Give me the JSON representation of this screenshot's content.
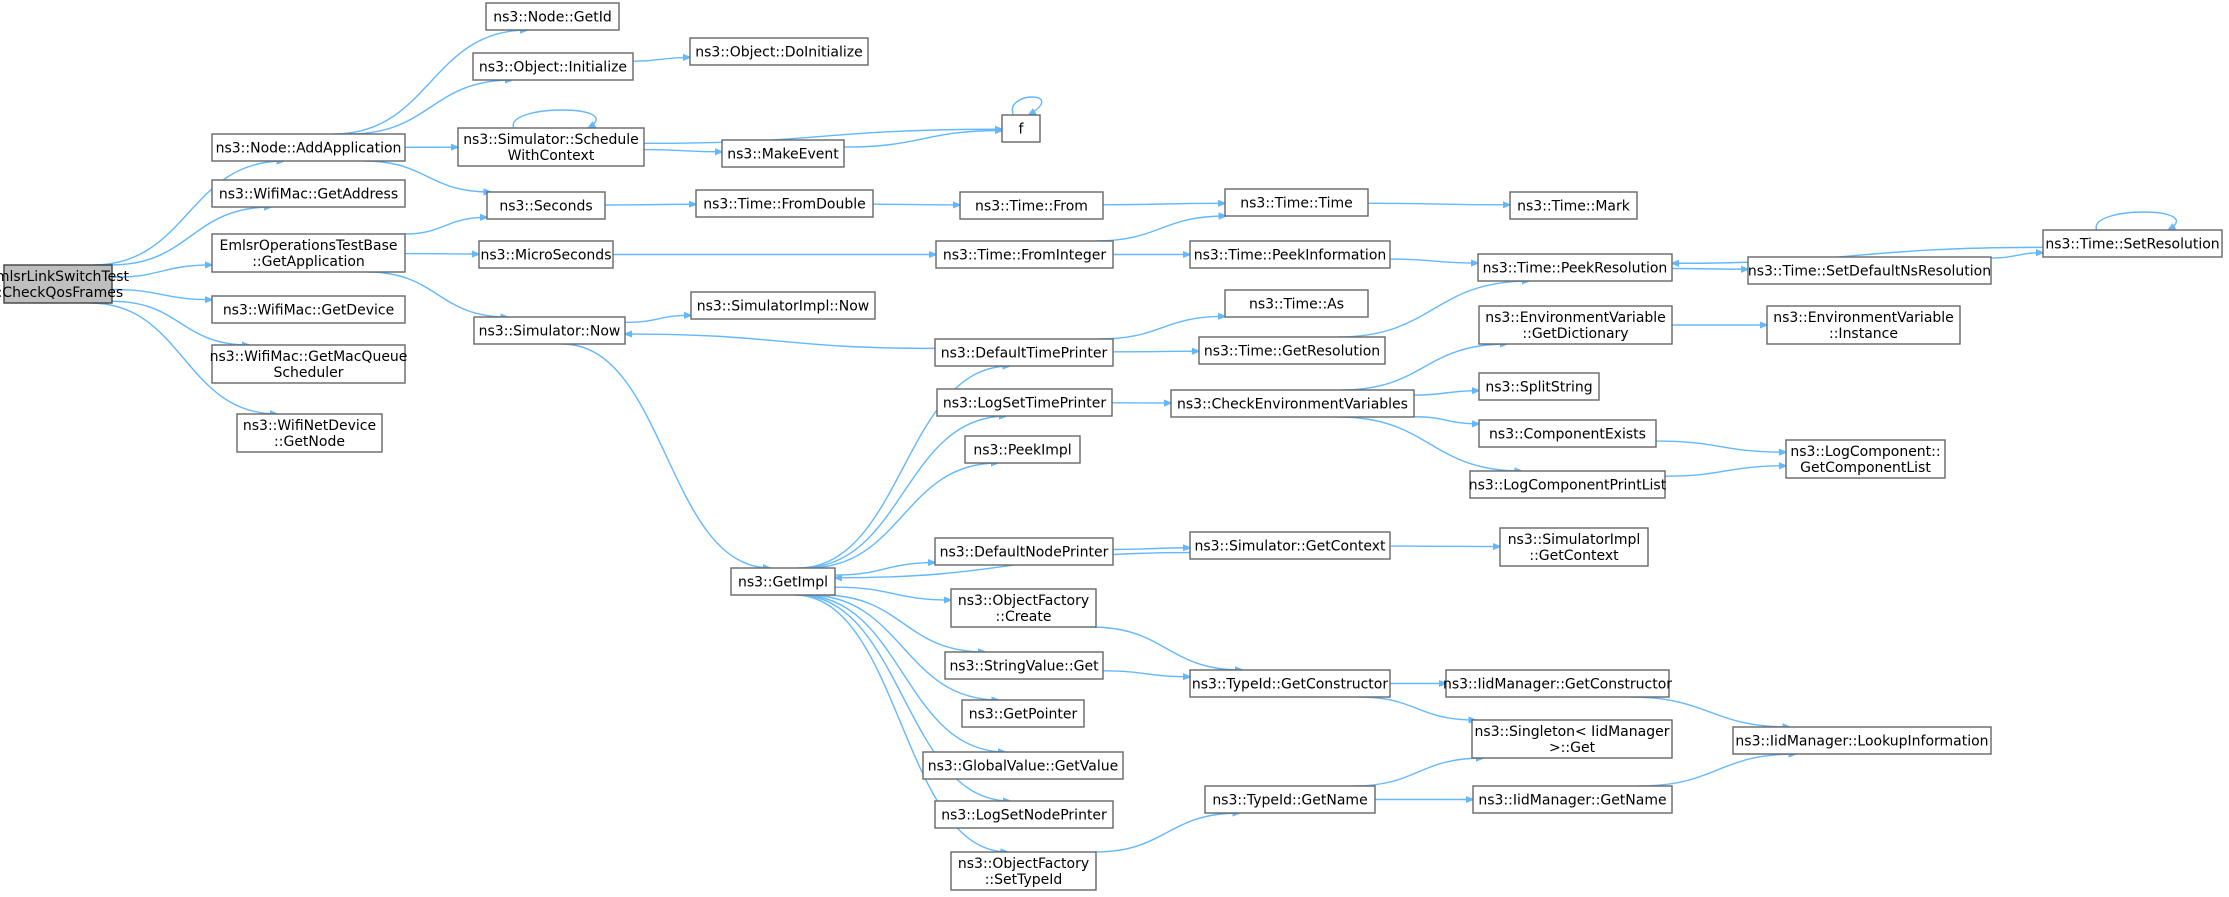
{
  "nodes": [
    {
      "id": "root",
      "lines": [
        "EmlsrLinkSwitchTest",
        "::CheckQosFrames"
      ],
      "root": true
    },
    {
      "id": "addapp",
      "lines": [
        "ns3::Node::AddApplication"
      ]
    },
    {
      "id": "getaddress",
      "lines": [
        "ns3::WifiMac::GetAddress"
      ]
    },
    {
      "id": "getapplication",
      "lines": [
        "EmlsrOperationsTestBase",
        "::GetApplication"
      ]
    },
    {
      "id": "getdevice",
      "lines": [
        "ns3::WifiMac::GetDevice"
      ]
    },
    {
      "id": "getmacqueue",
      "lines": [
        "ns3::WifiMac::GetMacQueue",
        "Scheduler"
      ]
    },
    {
      "id": "getnode",
      "lines": [
        "ns3::WifiNetDevice",
        "::GetNode"
      ]
    },
    {
      "id": "nodegetid",
      "lines": [
        "ns3::Node::GetId"
      ]
    },
    {
      "id": "objinit",
      "lines": [
        "ns3::Object::Initialize"
      ]
    },
    {
      "id": "objdoinit",
      "lines": [
        "ns3::Object::DoInitialize"
      ]
    },
    {
      "id": "schedule",
      "lines": [
        "ns3::Simulator::Schedule",
        "WithContext"
      ]
    },
    {
      "id": "makeevent",
      "lines": [
        "ns3::MakeEvent"
      ]
    },
    {
      "id": "f",
      "lines": [
        "f"
      ]
    },
    {
      "id": "seconds",
      "lines": [
        "ns3::Seconds"
      ]
    },
    {
      "id": "fromdouble",
      "lines": [
        "ns3::Time::FromDouble"
      ]
    },
    {
      "id": "timefrom",
      "lines": [
        "ns3::Time::From"
      ]
    },
    {
      "id": "timetime",
      "lines": [
        "ns3::Time::Time"
      ]
    },
    {
      "id": "timemark",
      "lines": [
        "ns3::Time::Mark"
      ]
    },
    {
      "id": "microseconds",
      "lines": [
        "ns3::MicroSeconds"
      ]
    },
    {
      "id": "frominteger",
      "lines": [
        "ns3::Time::FromInteger"
      ]
    },
    {
      "id": "peekinfo",
      "lines": [
        "ns3::Time::PeekInformation"
      ]
    },
    {
      "id": "peekres",
      "lines": [
        "ns3::Time::PeekResolution"
      ]
    },
    {
      "id": "setdefaultns",
      "lines": [
        "ns3::Time::SetDefaultNsResolution"
      ]
    },
    {
      "id": "setres",
      "lines": [
        "ns3::Time::SetResolution"
      ]
    },
    {
      "id": "simnow",
      "lines": [
        "ns3::Simulator::Now"
      ]
    },
    {
      "id": "simimplnow",
      "lines": [
        "ns3::SimulatorImpl::Now"
      ]
    },
    {
      "id": "defaulttimeprinter",
      "lines": [
        "ns3::DefaultTimePrinter"
      ]
    },
    {
      "id": "timeas",
      "lines": [
        "ns3::Time::As"
      ]
    },
    {
      "id": "getres",
      "lines": [
        "ns3::Time::GetResolution"
      ]
    },
    {
      "id": "envgetdict",
      "lines": [
        "ns3::EnvironmentVariable",
        "::GetDictionary"
      ]
    },
    {
      "id": "envinstance",
      "lines": [
        "ns3::EnvironmentVariable",
        "::Instance"
      ]
    },
    {
      "id": "logsettimeprinter",
      "lines": [
        "ns3::LogSetTimePrinter"
      ]
    },
    {
      "id": "checkenv",
      "lines": [
        "ns3::CheckEnvironmentVariables"
      ]
    },
    {
      "id": "splitstring",
      "lines": [
        "ns3::SplitString"
      ]
    },
    {
      "id": "peekimpl",
      "lines": [
        "ns3::PeekImpl"
      ]
    },
    {
      "id": "compexists",
      "lines": [
        "ns3::ComponentExists"
      ]
    },
    {
      "id": "logcomplist",
      "lines": [
        "ns3::LogComponent::",
        "GetComponentList"
      ]
    },
    {
      "id": "logcompprintlist",
      "lines": [
        "ns3::LogComponentPrintList"
      ]
    },
    {
      "id": "getimpl",
      "lines": [
        "ns3::GetImpl"
      ]
    },
    {
      "id": "defaultnodeprinter",
      "lines": [
        "ns3::DefaultNodePrinter"
      ]
    },
    {
      "id": "simgetcontext",
      "lines": [
        "ns3::Simulator::GetContext"
      ]
    },
    {
      "id": "simimplgetcontext",
      "lines": [
        "ns3::SimulatorImpl",
        "::GetContext"
      ]
    },
    {
      "id": "objfactcreate",
      "lines": [
        "ns3::ObjectFactory",
        "::Create"
      ]
    },
    {
      "id": "stringvalueget",
      "lines": [
        "ns3::StringValue::Get"
      ]
    },
    {
      "id": "typeidgetctor",
      "lines": [
        "ns3::TypeId::GetConstructor"
      ]
    },
    {
      "id": "iidgetctor",
      "lines": [
        "ns3::IidManager::GetConstructor"
      ]
    },
    {
      "id": "getpointer",
      "lines": [
        "ns3::GetPointer"
      ]
    },
    {
      "id": "singletonget",
      "lines": [
        "ns3::Singleton< IidManager",
        " >::Get"
      ]
    },
    {
      "id": "lookupinfo",
      "lines": [
        "ns3::IidManager::LookupInformation"
      ]
    },
    {
      "id": "globalvalue",
      "lines": [
        "ns3::GlobalValue::GetValue"
      ]
    },
    {
      "id": "typeidgetname",
      "lines": [
        "ns3::TypeId::GetName"
      ]
    },
    {
      "id": "iidgetname",
      "lines": [
        "ns3::IidManager::GetName"
      ]
    },
    {
      "id": "logsetnodeprinter",
      "lines": [
        "ns3::LogSetNodePrinter"
      ]
    },
    {
      "id": "objfactsettypeid",
      "lines": [
        "ns3::ObjectFactory",
        "::SetTypeId"
      ]
    }
  ],
  "edges": [
    [
      "root",
      "addapp"
    ],
    [
      "root",
      "getaddress"
    ],
    [
      "root",
      "getapplication"
    ],
    [
      "root",
      "getdevice"
    ],
    [
      "root",
      "getmacqueue"
    ],
    [
      "root",
      "getnode"
    ],
    [
      "addapp",
      "nodegetid"
    ],
    [
      "addapp",
      "objinit"
    ],
    [
      "addapp",
      "schedule"
    ],
    [
      "addapp",
      "seconds"
    ],
    [
      "objinit",
      "objdoinit"
    ],
    [
      "schedule",
      "schedule"
    ],
    [
      "schedule",
      "makeevent"
    ],
    [
      "schedule",
      "f"
    ],
    [
      "makeevent",
      "f"
    ],
    [
      "f",
      "f"
    ],
    [
      "getapplication",
      "seconds"
    ],
    [
      "getapplication",
      "microseconds"
    ],
    [
      "getapplication",
      "simnow"
    ],
    [
      "seconds",
      "fromdouble"
    ],
    [
      "fromdouble",
      "timefrom"
    ],
    [
      "timefrom",
      "timetime"
    ],
    [
      "timetime",
      "timemark"
    ],
    [
      "microseconds",
      "frominteger"
    ],
    [
      "frominteger",
      "timetime"
    ],
    [
      "frominteger",
      "peekinfo"
    ],
    [
      "peekinfo",
      "peekres"
    ],
    [
      "peekres",
      "setdefaultns"
    ],
    [
      "setdefaultns",
      "setres"
    ],
    [
      "setres",
      "peekres"
    ],
    [
      "setres",
      "setres"
    ],
    [
      "simnow",
      "simimplnow"
    ],
    [
      "simnow",
      "getimpl"
    ],
    [
      "getimpl",
      "defaulttimeprinter"
    ],
    [
      "getimpl",
      "logsettimeprinter"
    ],
    [
      "getimpl",
      "peekimpl"
    ],
    [
      "getimpl",
      "defaultnodeprinter"
    ],
    [
      "getimpl",
      "objfactcreate"
    ],
    [
      "getimpl",
      "stringvalueget"
    ],
    [
      "getimpl",
      "getpointer"
    ],
    [
      "getimpl",
      "globalvalue"
    ],
    [
      "getimpl",
      "logsetnodeprinter"
    ],
    [
      "getimpl",
      "objfactsettypeid"
    ],
    [
      "defaulttimeprinter",
      "simnow"
    ],
    [
      "defaulttimeprinter",
      "timeas"
    ],
    [
      "defaulttimeprinter",
      "getres"
    ],
    [
      "getres",
      "peekres"
    ],
    [
      "logsettimeprinter",
      "checkenv"
    ],
    [
      "checkenv",
      "envgetdict"
    ],
    [
      "checkenv",
      "splitstring"
    ],
    [
      "checkenv",
      "compexists"
    ],
    [
      "checkenv",
      "logcompprintlist"
    ],
    [
      "envgetdict",
      "envinstance"
    ],
    [
      "compexists",
      "logcomplist"
    ],
    [
      "logcompprintlist",
      "logcomplist"
    ],
    [
      "defaultnodeprinter",
      "simgetcontext"
    ],
    [
      "simgetcontext",
      "getimpl"
    ],
    [
      "simgetcontext",
      "simimplgetcontext"
    ],
    [
      "objfactcreate",
      "typeidgetctor"
    ],
    [
      "stringvalueget",
      "typeidgetctor"
    ],
    [
      "typeidgetctor",
      "iidgetctor"
    ],
    [
      "typeidgetctor",
      "singletonget"
    ],
    [
      "iidgetctor",
      "lookupinfo"
    ],
    [
      "objfactsettypeid",
      "typeidgetname"
    ],
    [
      "typeidgetname",
      "singletonget"
    ],
    [
      "typeidgetname",
      "iidgetname"
    ],
    [
      "iidgetname",
      "lookupinfo"
    ]
  ]
}
